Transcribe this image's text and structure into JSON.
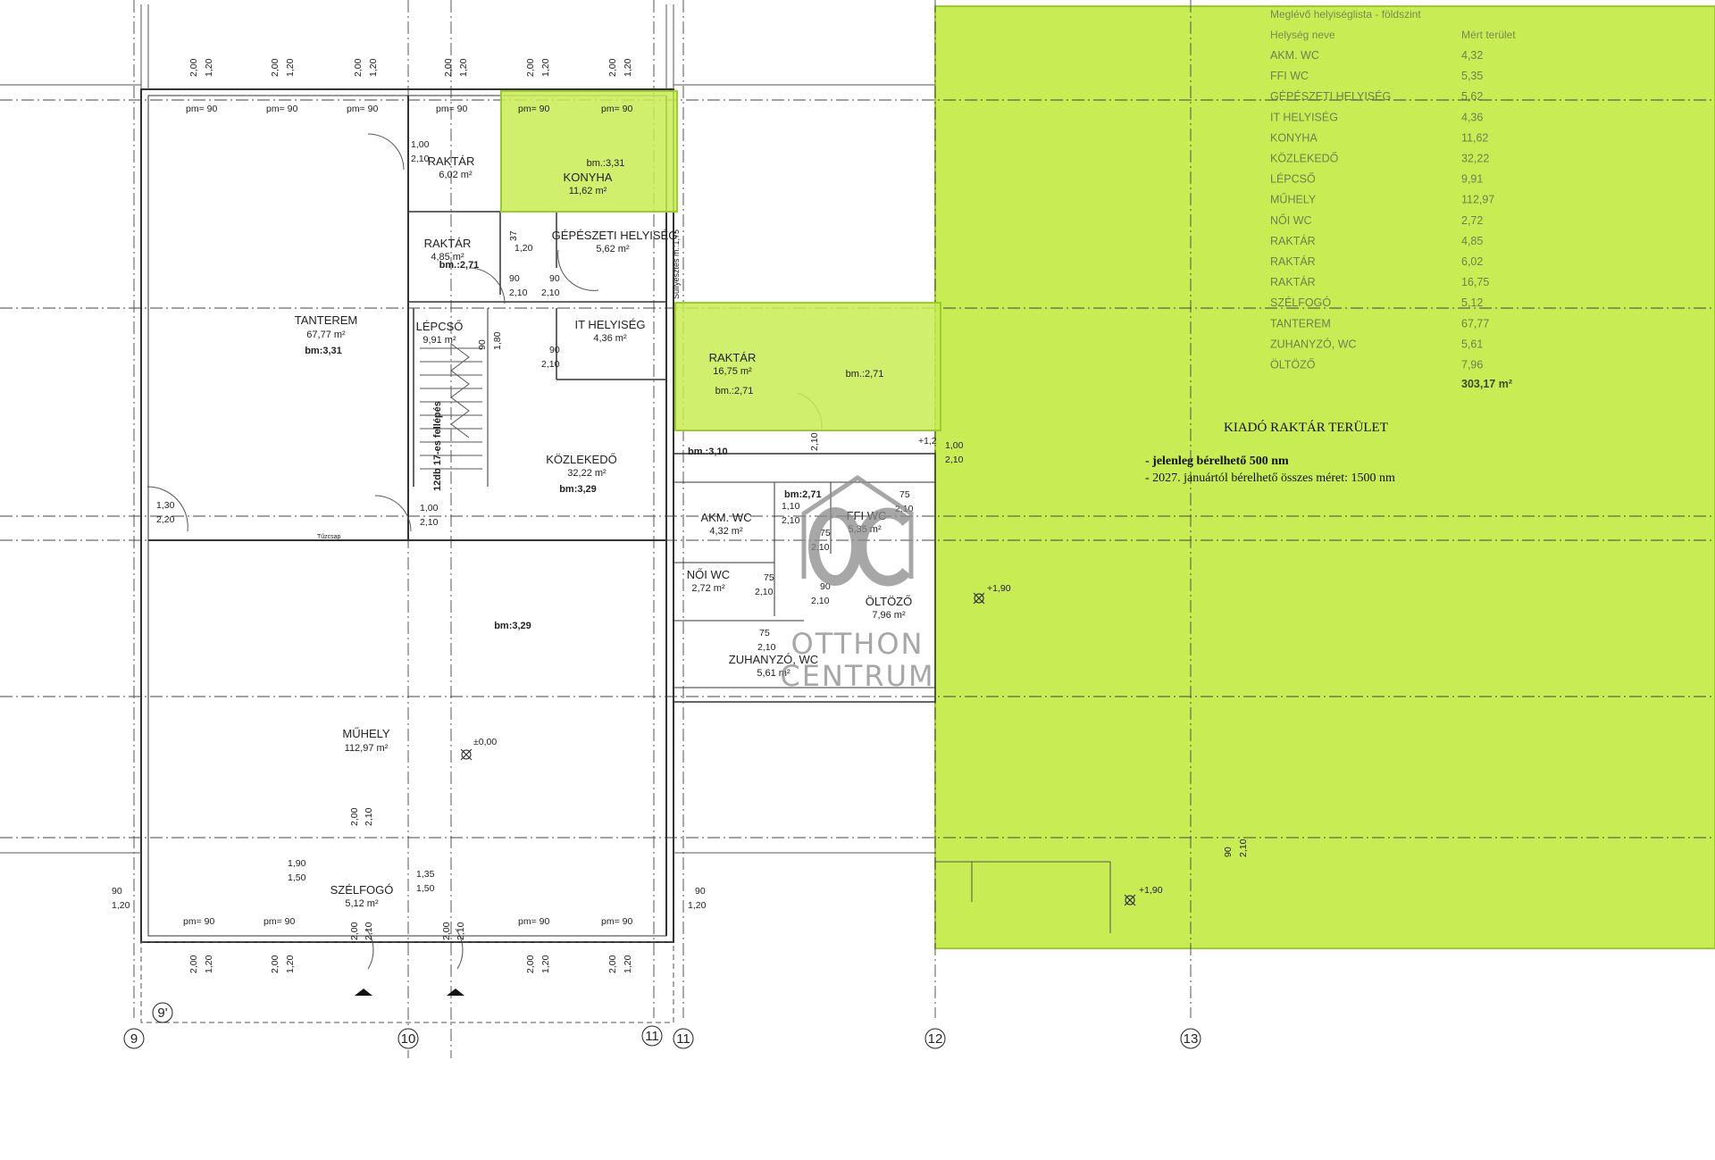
{
  "rooms": {
    "raktar_a": {
      "name": "RAKTÁR",
      "area": "6,02 m²"
    },
    "konyha": {
      "name": "KONYHA",
      "area": "11,62 m²",
      "bm": "bm.:3,31"
    },
    "raktar_b": {
      "name": "RAKTÁR",
      "area": "4,85 m²",
      "bm": "bm.:2,71"
    },
    "gepeszeti": {
      "name": "GÉPÉSZETI HELYISÉG",
      "area": "5,62 m²"
    },
    "tanterem": {
      "name": "TANTEREM",
      "area": "67,77 m²",
      "bm": "bm:3,31"
    },
    "lepcso": {
      "name": "LÉPCSŐ",
      "area": "9,91 m²",
      "steps": "12db 17-es fellépés"
    },
    "it": {
      "name": "IT HELYISÉG",
      "area": "4,36 m²"
    },
    "raktar_c": {
      "name": "RAKTÁR",
      "area": "16,75 m²",
      "bm": "bm.:2,71",
      "bm2": "bm.:2,71"
    },
    "kozlekedo": {
      "name": "KÖZLEKEDŐ",
      "area": "32,22 m²",
      "bm": "bm:3,29"
    },
    "akm_wc": {
      "name": "AKM. WC",
      "area": "4,32 m²"
    },
    "ffi_wc": {
      "name": "FFI WC",
      "area": "5,35 m²"
    },
    "noi_wc": {
      "name": "NŐI WC",
      "area": "2,72 m²"
    },
    "oltozo": {
      "name": "ÖLTÖZŐ",
      "area": "7,96 m²"
    },
    "zuhanyzo": {
      "name": "ZUHANYZÓ, WC",
      "area": "5,61 m²"
    },
    "muhely": {
      "name": "MŰHELY",
      "area": "112,97 m²",
      "bm": "bm:3,29"
    },
    "szelfogo": {
      "name": "SZÉLFOGÓ",
      "area": "5,12 m²"
    }
  },
  "annotations": {
    "pm90": "pm= 90",
    "bm310": "bm.:3,10",
    "bm271": "bm:2,71",
    "level_000": "±0,00",
    "level_190": "+1,90",
    "level_12": "+1,2",
    "tuzcsap": "Tűzcsap",
    "szel": "Süllyesztés m.:1,75"
  },
  "dims": {
    "d200": "2,00",
    "d120": "1,20",
    "d100": "1,00",
    "d210": "2,10",
    "d90": "90",
    "d130": "1,30",
    "d220": "2,20",
    "d75": "75",
    "d190": "1,90",
    "d150": "1,50",
    "d135": "1,35",
    "d110": "1,10",
    "d180": "1,80",
    "d37": "37"
  },
  "grid": [
    "9",
    "9'",
    "10",
    "11",
    "11",
    "12",
    "13"
  ],
  "legend": {
    "title": "Meglévő helyiséglista - földszint",
    "col_name": "Helység neve",
    "col_area": "Mért terület",
    "items": [
      {
        "name": "AKM. WC",
        "area": "4,32"
      },
      {
        "name": "FFI WC",
        "area": "5,35"
      },
      {
        "name": "GÉPÉSZETI HELYISÉG",
        "area": "5,62"
      },
      {
        "name": "IT HELYISÉG",
        "area": "4,36"
      },
      {
        "name": "KONYHA",
        "area": "11,62"
      },
      {
        "name": "KÖZLEKEDŐ",
        "area": "32,22"
      },
      {
        "name": "LÉPCSŐ",
        "area": "9,91"
      },
      {
        "name": "MŰHELY",
        "area": "112,97"
      },
      {
        "name": "NŐI WC",
        "area": "2,72"
      },
      {
        "name": "RAKTÁR",
        "area": "4,85"
      },
      {
        "name": "RAKTÁR",
        "area": "6,02"
      },
      {
        "name": "RAKTÁR",
        "area": "16,75"
      },
      {
        "name": "SZÉLFOGÓ",
        "area": "5,12"
      },
      {
        "name": "TANTEREM",
        "area": "67,77"
      },
      {
        "name": "ZUHANYZÓ, WC",
        "area": "5,61"
      },
      {
        "name": "ÖLTÖZŐ",
        "area": "7,96"
      }
    ],
    "total": "303,17 m²"
  },
  "notice": {
    "title": "KIADÓ RAKTÁR TERÜLET",
    "line1": "- jelenleg bérelhető 500 nm",
    "line2": "- 2027. januártól bérelhető összes méret: 1500 nm"
  },
  "watermark": {
    "line1": "OTTHON",
    "line2": "CENTRUM"
  },
  "colors": {
    "highlight": "#c8ec54",
    "highlight_stroke": "#9ccc2a"
  }
}
